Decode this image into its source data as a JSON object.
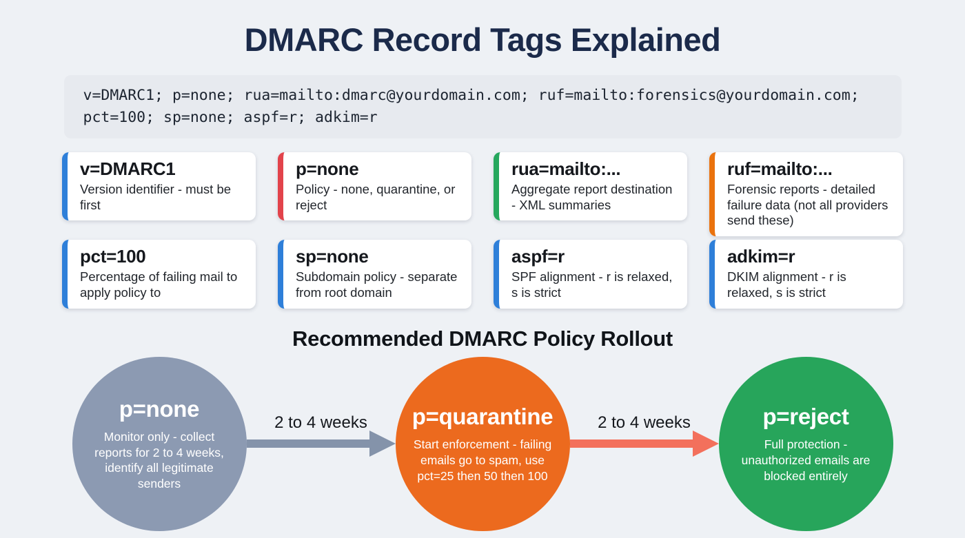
{
  "page": {
    "title": "DMARC Record Tags Explained",
    "record": "v=DMARC1; p=none; rua=mailto:dmarc@yourdomain.com; ruf=mailto:forensics@yourdomain.com; pct=100; sp=none; aspf=r; adkim=r"
  },
  "tags": [
    {
      "tag": "v=DMARC1",
      "description": "Version identifier - must be first",
      "accent": "#2e7fd9"
    },
    {
      "tag": "p=none",
      "description": "Policy - none, quarantine, or reject",
      "accent": "#e2434b"
    },
    {
      "tag": "rua=mailto:...",
      "description": "Aggregate report destination - XML summaries",
      "accent": "#25a75d"
    },
    {
      "tag": "ruf=mailto:...",
      "description": "Forensic reports - detailed failure data (not all providers send these)",
      "accent": "#ea720d"
    },
    {
      "tag": "pct=100",
      "description": "Percentage of failing mail to apply policy to",
      "accent": "#2e7fd9"
    },
    {
      "tag": "sp=none",
      "description": "Subdomain policy - separate from root domain",
      "accent": "#2e7fd9"
    },
    {
      "tag": "aspf=r",
      "description": "SPF alignment - r is relaxed, s is strict",
      "accent": "#2e7fd9"
    },
    {
      "tag": "adkim=r",
      "description": "DKIM alignment - r is relaxed, s is strict",
      "accent": "#2e7fd9"
    }
  ],
  "rollout": {
    "title": "Recommended DMARC Policy Rollout",
    "stages": [
      {
        "label": "p=none",
        "description": "Monitor only - collect reports for 2 to 4 weeks, identify all legitimate senders",
        "color": "#8c9ab2"
      },
      {
        "label": "p=quarantine",
        "description": "Start enforcement - failing emails go to spam, use pct=25 then 50 then 100",
        "color": "#ec6a1e"
      },
      {
        "label": "p=reject",
        "description": "Full protection - unauthorized emails are blocked entirely",
        "color": "#27a55b"
      }
    ],
    "arrows": [
      {
        "label": "2 to 4 weeks",
        "color": "#8493aa"
      },
      {
        "label": "2 to 4 weeks",
        "color": "#f3705c"
      }
    ]
  },
  "colors": {
    "background": "#eef1f5",
    "title_text": "#1b2a4a",
    "code_background": "#e7eaef",
    "code_text": "#1c2430",
    "section_title_text": "#101419",
    "card_background": "#ffffff",
    "circle_text": "#ffffff"
  }
}
